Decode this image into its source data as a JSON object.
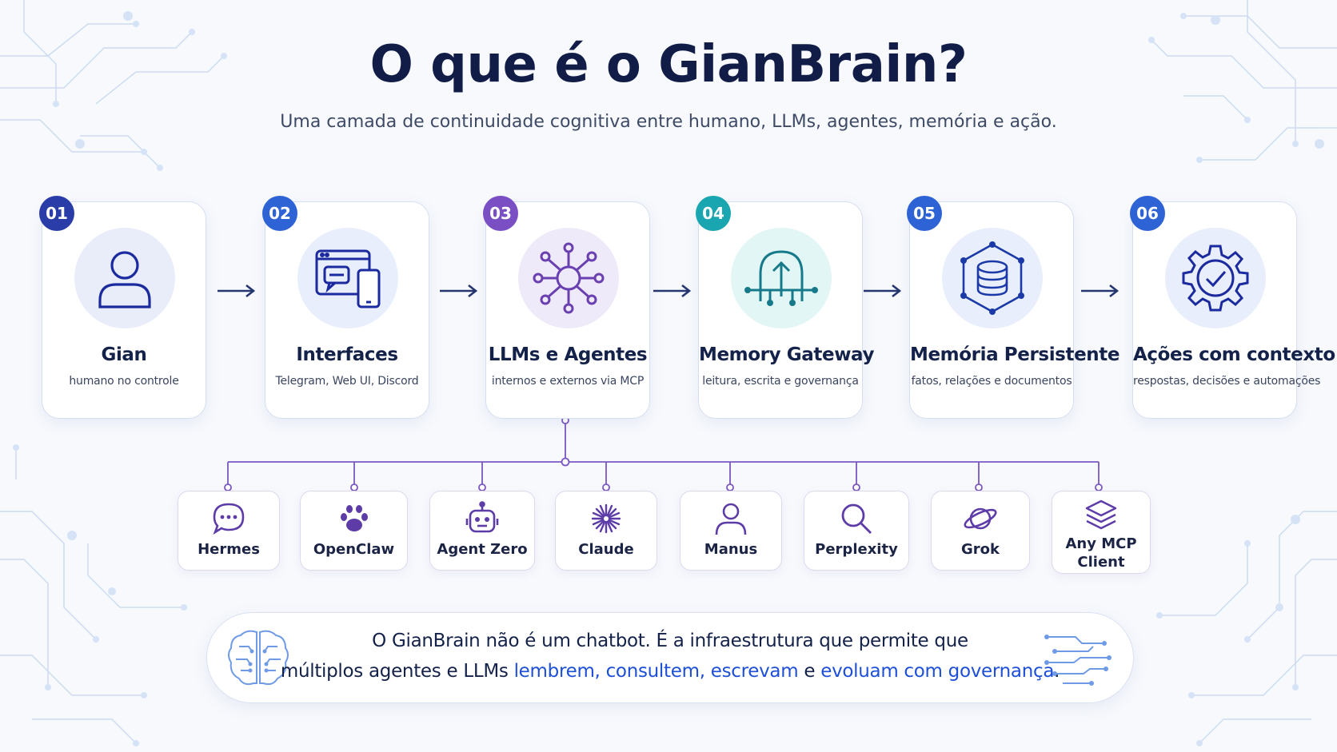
{
  "header": {
    "title": "O que é o GianBrain?",
    "subtitle": "Uma camada de continuidade cognitiva entre humano, LLMs, agentes, memória e ação."
  },
  "steps": [
    {
      "number": "01",
      "title": "Gian",
      "subtitle": "humano no controle",
      "icon": "person-icon",
      "accent": "#2a3ca8"
    },
    {
      "number": "02",
      "title": "Interfaces",
      "subtitle": "Telegram, Web UI, Discord",
      "icon": "devices-icon",
      "accent": "#2e63d6"
    },
    {
      "number": "03",
      "title": "LLMs e Agentes",
      "subtitle": "internos e externos via MCP",
      "icon": "network-hub-icon",
      "accent": "#7a4fc4"
    },
    {
      "number": "04",
      "title": "Memory Gateway",
      "subtitle": "leitura, escrita e governança",
      "icon": "gateway-icon",
      "accent": "#1aa6b0"
    },
    {
      "number": "05",
      "title": "Memória Persistente",
      "subtitle": "fatos, relações e documentos",
      "icon": "database-icon",
      "accent": "#2e63d6"
    },
    {
      "number": "06",
      "title": "Ações com contexto",
      "subtitle": "respostas, decisões e automações",
      "icon": "gear-check-icon",
      "accent": "#2e63d6"
    }
  ],
  "agents": [
    {
      "label": "Hermes",
      "icon": "chat-bubble-icon"
    },
    {
      "label": "OpenClaw",
      "icon": "paw-icon"
    },
    {
      "label": "Agent Zero",
      "icon": "robot-icon"
    },
    {
      "label": "Claude",
      "icon": "starburst-icon"
    },
    {
      "label": "Manus",
      "icon": "person-icon"
    },
    {
      "label": "Perplexity",
      "icon": "magnifier-icon"
    },
    {
      "label": "Grok",
      "icon": "planet-icon"
    },
    {
      "label": "Any MCP Client",
      "icon": "layers-icon"
    }
  ],
  "banner": {
    "line1": "O GianBrain não é um chatbot. É a infraestrutura que permite que",
    "line2_prefix": "múltiplos agentes e LLMs ",
    "verb1": "lembrem,",
    "verb2": "consultem,",
    "verb3": "escrevam",
    "connector": "e",
    "verb4": "evoluam com governança",
    "end": ".",
    "brain_icon": "brain-circuit-icon",
    "flow_icon": "data-flow-icon"
  },
  "colors": {
    "title": "#111d46",
    "highlight": "#1d4fd7",
    "agent_line": "#7a57c2",
    "arrow": "#26366f"
  }
}
